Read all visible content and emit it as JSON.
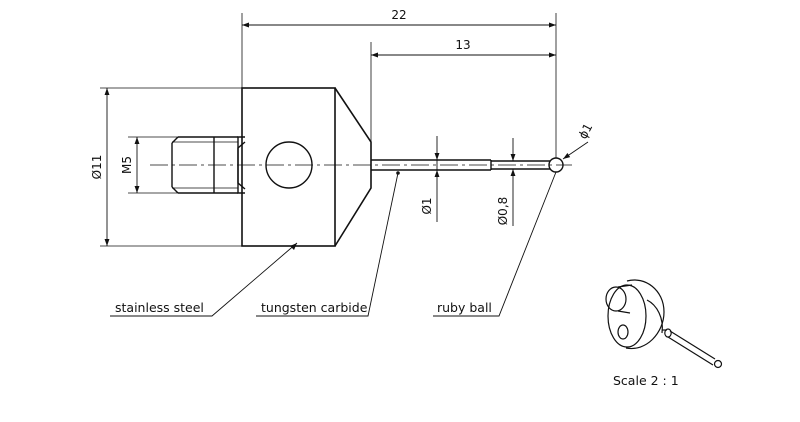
{
  "dimensions": {
    "total_length": "22",
    "shaft_length": "13",
    "ball_diameter": "ϕ1",
    "body_diameter": "Ø11",
    "thread_size": "M5",
    "stem_diameter": "Ø1",
    "tip_diameter": "Ø0,8"
  },
  "callouts": {
    "body_material": "stainless steel",
    "stem_material": "tungsten carbide",
    "ball_material": "ruby ball"
  },
  "scale_label": "Scale 2 : 1"
}
